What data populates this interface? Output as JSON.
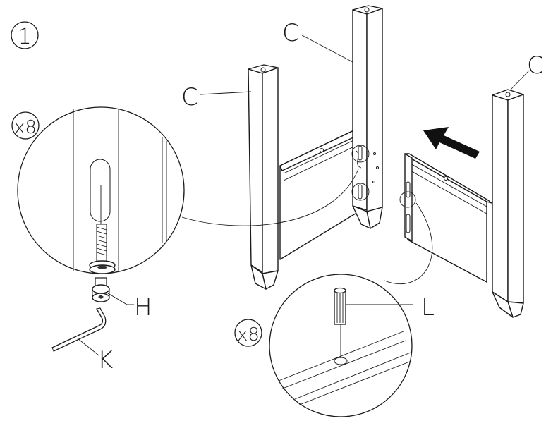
{
  "diagram": {
    "step_number": "1",
    "labels": {
      "c_left": "C",
      "c_middle": "C",
      "c_right": "C",
      "h": "H",
      "k": "K",
      "l": "L"
    },
    "quantities": {
      "bolts": "x8",
      "dowels": "x8"
    },
    "icons": [
      "assembly-arrow-icon"
    ]
  }
}
